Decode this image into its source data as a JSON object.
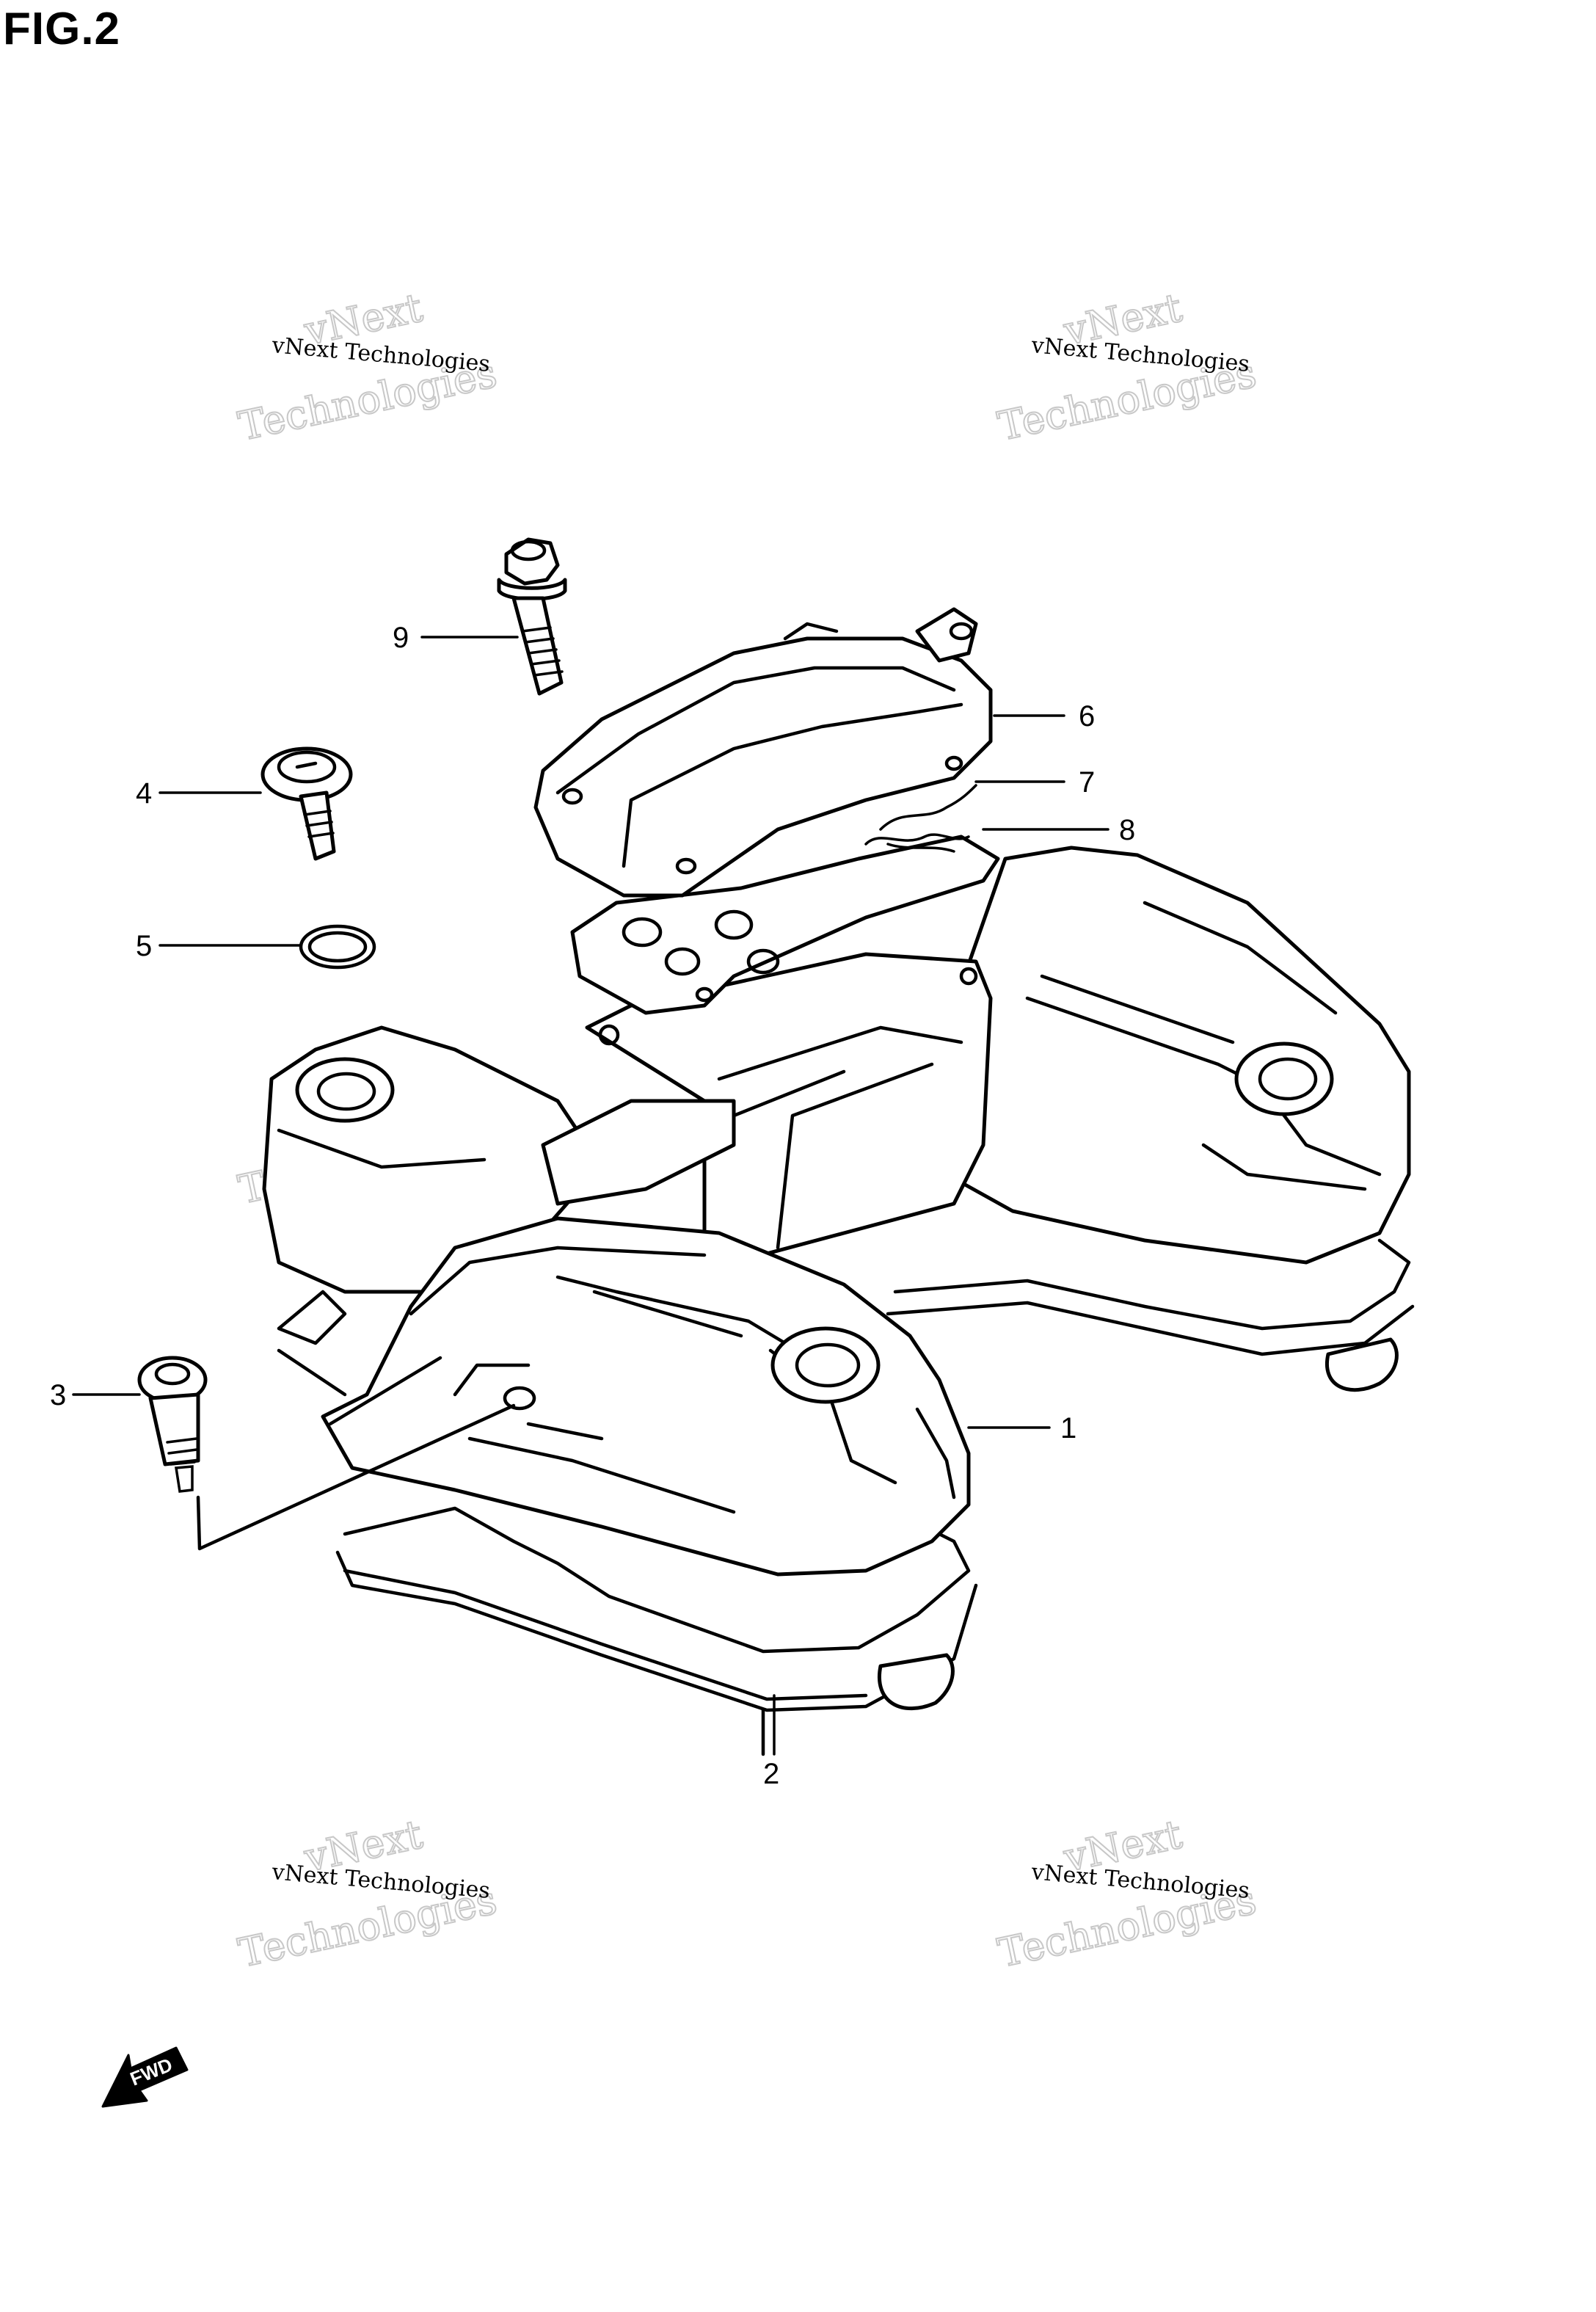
{
  "figure": {
    "title": "FIG.2"
  },
  "callouts": [
    {
      "id": "1",
      "label": "1"
    },
    {
      "id": "2",
      "label": "2"
    },
    {
      "id": "3",
      "label": "3"
    },
    {
      "id": "4",
      "label": "4"
    },
    {
      "id": "5",
      "label": "5"
    },
    {
      "id": "6",
      "label": "6"
    },
    {
      "id": "7",
      "label": "7"
    },
    {
      "id": "8",
      "label": "8"
    },
    {
      "id": "9",
      "label": "9"
    }
  ],
  "watermark": {
    "line1": "vNext Technologies",
    "line2": "vNext",
    "line3": "Technologies"
  },
  "direction_marker": {
    "label": "FWD"
  }
}
